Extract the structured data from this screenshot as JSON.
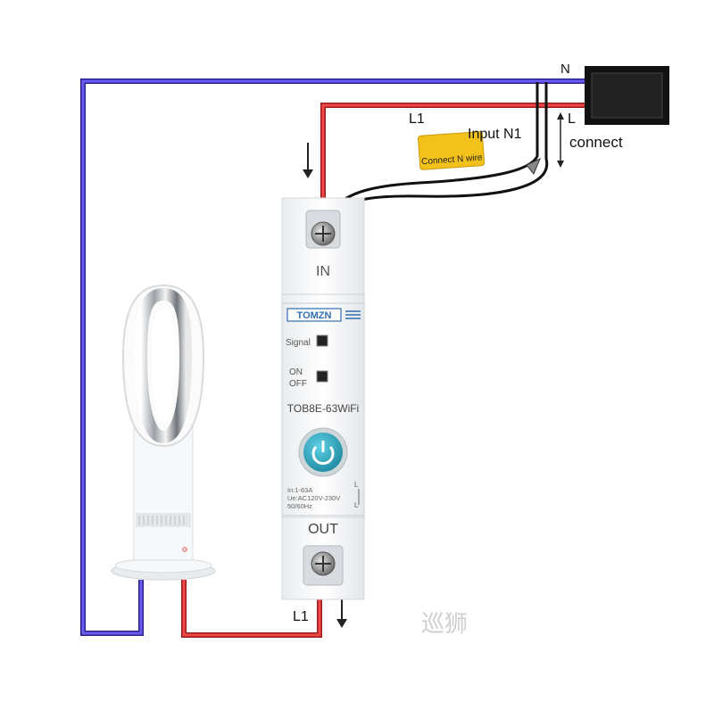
{
  "labels": {
    "n_top": "N",
    "l_top": "L",
    "l1_top": "L1",
    "input_n1": "Input N1",
    "connect": "connect",
    "connect_n_wire": "Connect N wire",
    "in": "IN",
    "out": "OUT",
    "l1_bottom": "L1",
    "watermark": "巡狮"
  },
  "device": {
    "brand": "TOMZN",
    "model": "TOB8E-63WiFi",
    "signal_label": "Signal",
    "on_label": "ON",
    "off_label": "OFF",
    "spec_line1": "In:1-63A",
    "spec_line2": "Ue:AC120V-230V",
    "spec_line3": "50/60Hz",
    "side_l1": "L",
    "side_l2": "L"
  },
  "colors": {
    "neutral_wire": "#5a4bd8",
    "live_wire": "#e23b3b",
    "black_wire": "#1a1a1a",
    "tag": "#f3c21a",
    "power_button": "#2a9cb3",
    "brand_blue": "#2f6fb0"
  }
}
